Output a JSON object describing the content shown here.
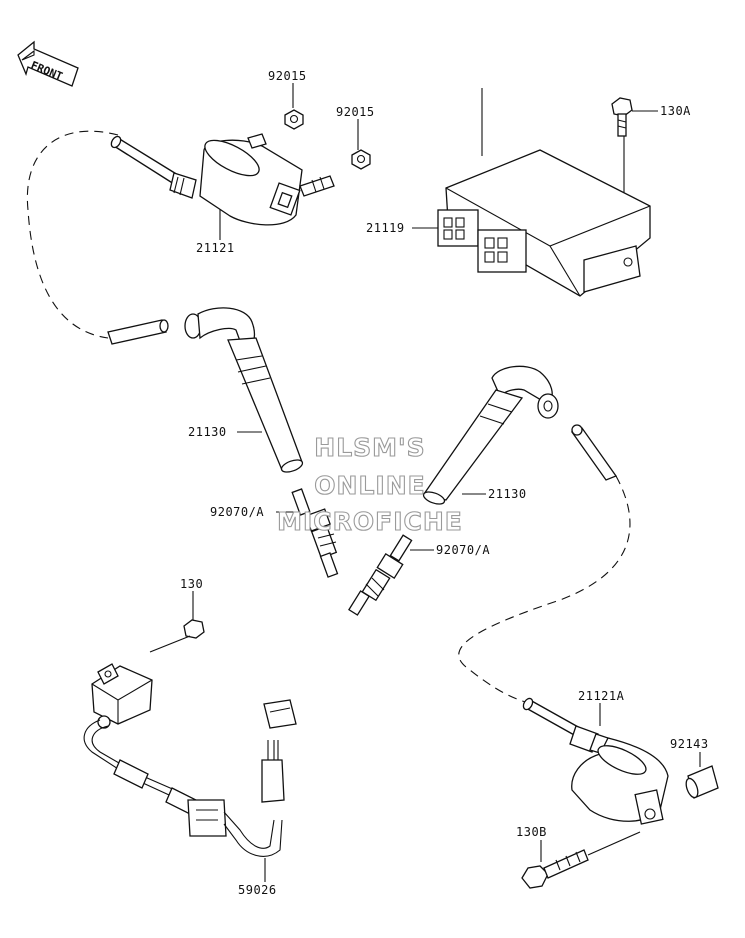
{
  "front_label": "FRONT",
  "watermark": {
    "line1": "HLSM'S",
    "line2": "ONLINE",
    "line3": "MICROFICHE"
  },
  "labels": {
    "p92015_a": "92015",
    "p92015_b": "92015",
    "p130A": "130A",
    "p21121": "21121",
    "p21119": "21119",
    "p21130_a": "21130",
    "p21130_b": "21130",
    "p92070A_a": "92070/A",
    "p92070A_b": "92070/A",
    "p130": "130",
    "p21121A": "21121A",
    "p92143": "92143",
    "p130B": "130B",
    "p59026": "59026"
  }
}
